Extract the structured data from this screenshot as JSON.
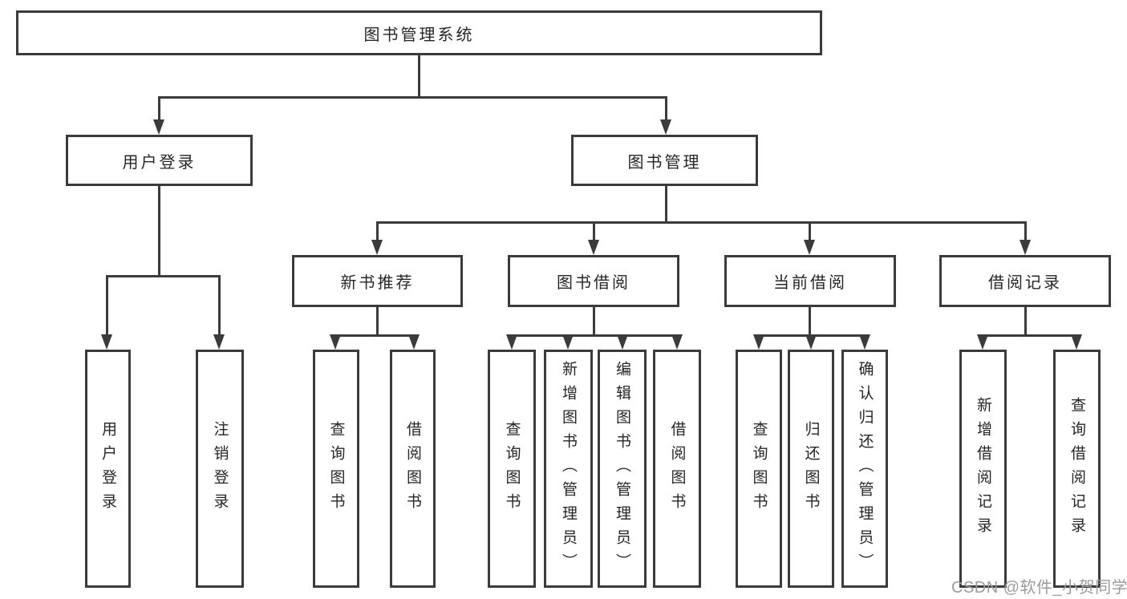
{
  "colors": {
    "line": "#3b3b3b",
    "text": "#262626",
    "watermark": "#9c9c9c",
    "background": "#ffffff"
  },
  "nodes": {
    "root": "图书管理系统",
    "user_login": "用户登录",
    "book_management": "图书管理",
    "new_book_recommend": "新书推荐",
    "book_borrow": "图书借阅",
    "current_borrow": "当前借阅",
    "borrow_records": "借阅记录"
  },
  "leaves": {
    "user_login": [
      "用户登录",
      "注销登录"
    ],
    "new_book_recommend": [
      "查询图书",
      "借阅图书"
    ],
    "book_borrow": [
      "查询图书",
      "新增图书（管理员）",
      "编辑图书（管理员）",
      "借阅图书"
    ],
    "current_borrow": [
      "查询图书",
      "归还图书",
      "确认归还（管理员）"
    ],
    "borrow_records": [
      "新增借阅记录",
      "查询借阅记录"
    ]
  },
  "watermark": "CSDN @软件_小贺同学"
}
